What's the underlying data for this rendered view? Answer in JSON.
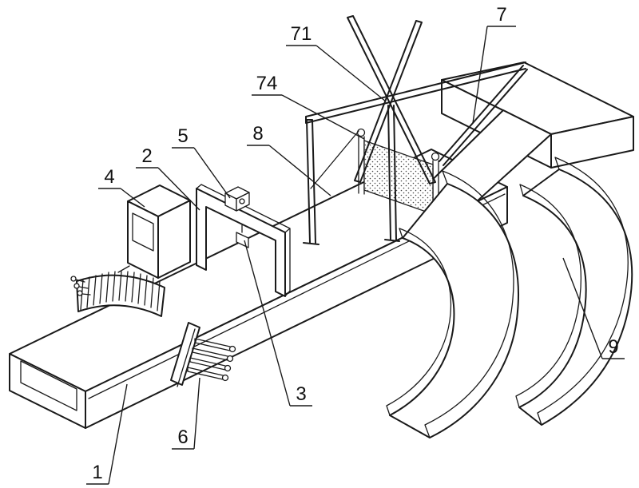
{
  "figure": {
    "labels": {
      "l1": "1",
      "l2": "2",
      "l3": "3",
      "l4": "4",
      "l5": "5",
      "l6": "6",
      "l7": "7",
      "l71": "71",
      "l74": "74",
      "l8": "8",
      "l9": "9"
    },
    "colors": {
      "line": "#1a1a1a",
      "background": "#ffffff",
      "mesh_dot": "#444444"
    }
  }
}
